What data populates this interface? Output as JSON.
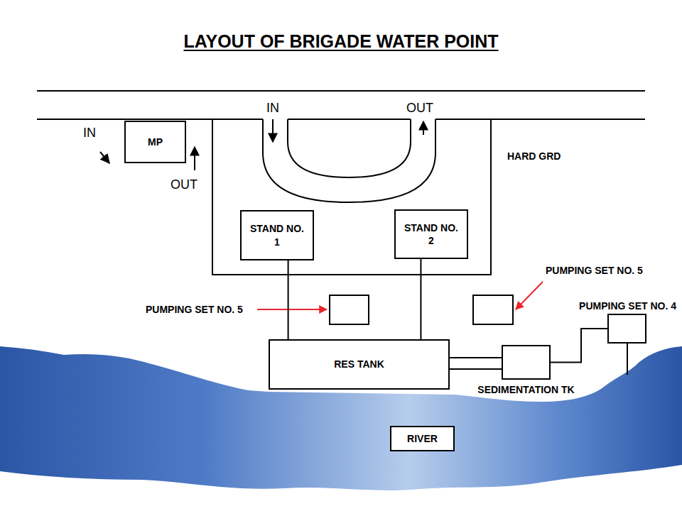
{
  "diagram": {
    "title": "LAYOUT OF BRIGADE WATER POINT",
    "nodes": [
      {
        "text": [
          "MP"
        ]
      },
      {
        "text": [
          "HARD GRD"
        ]
      },
      {
        "text": [
          "STAND NO. 1"
        ],
        "in": 1
      },
      {
        "text": [
          "STAND NO. 2"
        ],
        "in": 1
      },
      {
        "text": [
          "PUMPING SET NO. 4"
        ]
      },
      {
        "text": [
          "RES TANK"
        ]
      },
      {
        "text": [
          "SEDIMENTATION TK"
        ]
      },
      {
        "text": [
          "RIVER"
        ]
      }
    ],
    "edges": [
      {
        "from": 2,
        "to": 5,
        "arrow": "none"
      },
      {
        "from": 3,
        "to": 5,
        "arrow": "none"
      },
      {
        "from": 5,
        "to": 6,
        "arrow": "none"
      },
      {
        "from": 6,
        "to": 4,
        "arrow": "none"
      }
    ],
    "labels": [
      "IN",
      "OUT",
      "IN",
      "OUT",
      "PUMPING SET NO. 5",
      "PUMPING SET NO. 5"
    ]
  }
}
